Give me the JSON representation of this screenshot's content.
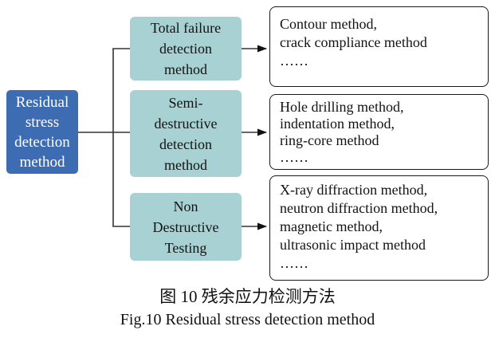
{
  "figure": {
    "root": {
      "label": "Residual\nstress\ndetection\nmethod"
    },
    "branches": [
      {
        "category": "Total failure\ndetection\nmethod",
        "methods": "Contour method,\ncrack compliance method\n……"
      },
      {
        "category": "Semi-\ndestructive\ndetection\nmethod",
        "methods": "Hole drilling method,\nindentation method,\nring-core method\n……"
      },
      {
        "category": "Non\nDestructive\nTesting",
        "methods": "X-ray diffraction method,\nneutron diffraction method,\nmagnetic method,\nultrasonic impact method\n……"
      }
    ],
    "caption": {
      "zh": "图 10 残余应力检测方法",
      "en": "Fig.10 Residual stress detection method"
    },
    "colors": {
      "root_fill": "#3e6cb2",
      "root_text": "#ffffff",
      "category_fill": "#a7d1d3",
      "outcome_border": "#1a1a1a",
      "connector_line": "#333333",
      "arrowhead": "#111111",
      "background": "#ffffff"
    }
  }
}
